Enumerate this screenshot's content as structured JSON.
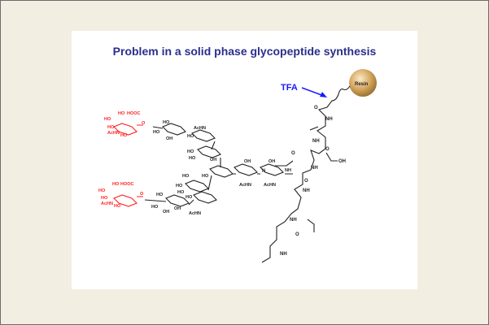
{
  "slide": {
    "title": "Problem in a solid phase glycopeptide synthesis",
    "reagent": "TFA",
    "resin": "Resin",
    "colors": {
      "title": "#2b2f8c",
      "reagent": "#1a1aff",
      "sialic_acid": "#ff2020",
      "resin": "#c9a060"
    },
    "red_labels": [
      "HO",
      "HO",
      "HOOC",
      "HO",
      "AcHN",
      "HO",
      "O",
      "HO",
      "HO",
      "HOOC",
      "HO",
      "AcHN",
      "HO",
      "O"
    ],
    "black_labels": [
      "HO",
      "HO",
      "OH",
      "AcHN",
      "HO",
      "HO",
      "HO",
      "OH",
      "HO",
      "OH",
      "OH",
      "AcHN",
      "AcHN",
      "NH",
      "HO",
      "HO",
      "HO",
      "HO",
      "OH",
      "HO",
      "AcHN",
      "HO",
      "OH"
    ],
    "peptide_labels": [
      "O",
      "NH",
      "O",
      "NH",
      "OH",
      "NH",
      "O",
      "NH",
      "O",
      "NH",
      "O",
      "NH"
    ]
  }
}
